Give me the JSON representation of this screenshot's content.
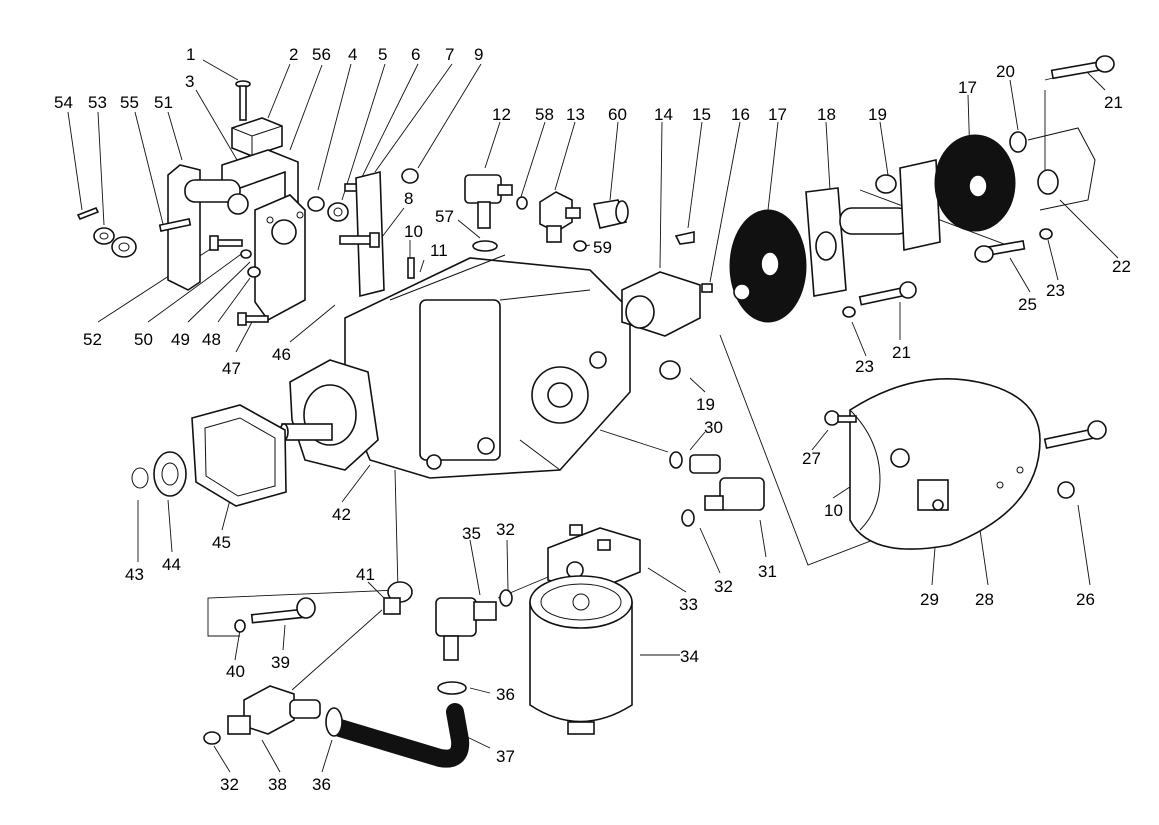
{
  "diagram": {
    "type": "exploded-parts-view",
    "colors": {
      "line": "#111111",
      "paper": "#ffffff"
    },
    "callouts": [
      {
        "id": "c1",
        "num": "1"
      },
      {
        "id": "c2",
        "num": "2"
      },
      {
        "id": "c56",
        "num": "56"
      },
      {
        "id": "c4",
        "num": "4"
      },
      {
        "id": "c5",
        "num": "5"
      },
      {
        "id": "c6",
        "num": "6"
      },
      {
        "id": "c7",
        "num": "7"
      },
      {
        "id": "c9",
        "num": "9"
      },
      {
        "id": "c3",
        "num": "3"
      },
      {
        "id": "c54",
        "num": "54"
      },
      {
        "id": "c53",
        "num": "53"
      },
      {
        "id": "c55",
        "num": "55"
      },
      {
        "id": "c51",
        "num": "51"
      },
      {
        "id": "c8",
        "num": "8"
      },
      {
        "id": "c10a",
        "num": "10"
      },
      {
        "id": "c11",
        "num": "11"
      },
      {
        "id": "c52",
        "num": "52"
      },
      {
        "id": "c50",
        "num": "50"
      },
      {
        "id": "c49",
        "num": "49"
      },
      {
        "id": "c48",
        "num": "48"
      },
      {
        "id": "c47",
        "num": "47"
      },
      {
        "id": "c46",
        "num": "46"
      },
      {
        "id": "c12",
        "num": "12"
      },
      {
        "id": "c58",
        "num": "58"
      },
      {
        "id": "c13",
        "num": "13"
      },
      {
        "id": "c60",
        "num": "60"
      },
      {
        "id": "c57",
        "num": "57"
      },
      {
        "id": "c59",
        "num": "59"
      },
      {
        "id": "c14",
        "num": "14"
      },
      {
        "id": "c15",
        "num": "15"
      },
      {
        "id": "c16",
        "num": "16"
      },
      {
        "id": "c17a",
        "num": "17"
      },
      {
        "id": "c18",
        "num": "18"
      },
      {
        "id": "c19a",
        "num": "19"
      },
      {
        "id": "c17b",
        "num": "17"
      },
      {
        "id": "c20",
        "num": "20"
      },
      {
        "id": "c21a",
        "num": "21"
      },
      {
        "id": "c22",
        "num": "22"
      },
      {
        "id": "c23a",
        "num": "23"
      },
      {
        "id": "c25",
        "num": "25"
      },
      {
        "id": "c21b",
        "num": "21"
      },
      {
        "id": "c23b",
        "num": "23"
      },
      {
        "id": "c19b",
        "num": "19"
      },
      {
        "id": "c30",
        "num": "30"
      },
      {
        "id": "c27",
        "num": "27"
      },
      {
        "id": "c10b",
        "num": "10"
      },
      {
        "id": "c29",
        "num": "29"
      },
      {
        "id": "c28",
        "num": "28"
      },
      {
        "id": "c26",
        "num": "26"
      },
      {
        "id": "c31",
        "num": "31"
      },
      {
        "id": "c32a",
        "num": "32"
      },
      {
        "id": "c33",
        "num": "33"
      },
      {
        "id": "c35",
        "num": "35"
      },
      {
        "id": "c32b",
        "num": "32"
      },
      {
        "id": "c42",
        "num": "42"
      },
      {
        "id": "c43",
        "num": "43"
      },
      {
        "id": "c44",
        "num": "44"
      },
      {
        "id": "c45",
        "num": "45"
      },
      {
        "id": "c41",
        "num": "41"
      },
      {
        "id": "c40",
        "num": "40"
      },
      {
        "id": "c39",
        "num": "39"
      },
      {
        "id": "c34",
        "num": "34"
      },
      {
        "id": "c36a",
        "num": "36"
      },
      {
        "id": "c37",
        "num": "37"
      },
      {
        "id": "c32c",
        "num": "32"
      },
      {
        "id": "c38",
        "num": "38"
      },
      {
        "id": "c36b",
        "num": "36"
      }
    ]
  }
}
